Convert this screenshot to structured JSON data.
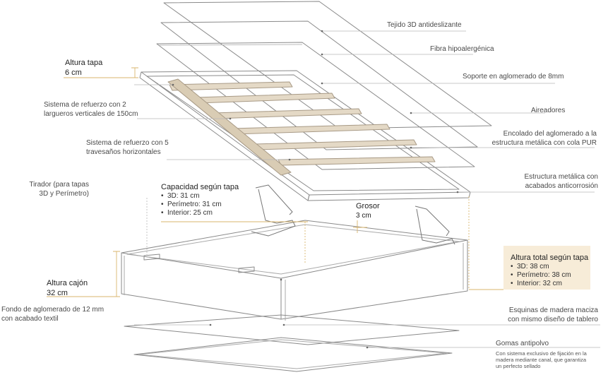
{
  "labels": {
    "tejido": "Tejido 3D antideslizante",
    "fibra": "Fibra hipoalergénica",
    "soporte": "Soporte en aglomerado de 8mm",
    "aireadores": "Aireadores",
    "encolado_1": "Encolado del aglomerado a la",
    "encolado_2": "estructura metálica con cola PUR",
    "estructura_1": "Estructura metálica con",
    "estructura_2": "acabados anticorrosión",
    "altura_tapa_title": "Altura tapa",
    "altura_tapa_value": "6 cm",
    "refuerzo_largueros_1": "Sistema de refuerzo con 2",
    "refuerzo_largueros_2": "largueros verticales de 150cm",
    "refuerzo_travesanos_1": "Sistema de refuerzo con 5",
    "refuerzo_travesanos_2": "travesaños horizontales",
    "tirador_1": "Tirador (para tapas",
    "tirador_2": "3D y Perímetro)",
    "capacidad_title": "Capacidad según tapa",
    "capacidad_items": [
      "3D: 31 cm",
      "Perímetro: 31 cm",
      "Interior: 25 cm"
    ],
    "grosor_title": "Grosor",
    "grosor_value": "3 cm",
    "altura_total_title": "Altura total según tapa",
    "altura_total_items": [
      "3D: 38 cm",
      "Perímetro: 38 cm",
      "Interior: 32 cm"
    ],
    "altura_cajon_title": "Altura cajón",
    "altura_cajon_value": "32 cm",
    "fondo_1": "Fondo de aglomerado de 12 mm",
    "fondo_2": "con acabado textil",
    "esquinas_1": "Esquinas de madera maciza",
    "esquinas_2": "con mismo diseño de tablero",
    "gomas": "Gomas antipolvo",
    "gomas_desc_1": "Con sistema exclusivo de fijación en la",
    "gomas_desc_2": "madera mediante canal, que garantiza",
    "gomas_desc_3": "un perfecto sellado"
  },
  "colors": {
    "line": "#b8b8b8",
    "outline": "#8a8a8a",
    "accent": "#d9b66e",
    "slat": "#e4d9c6",
    "highlight_box": "#f7ecd8"
  }
}
